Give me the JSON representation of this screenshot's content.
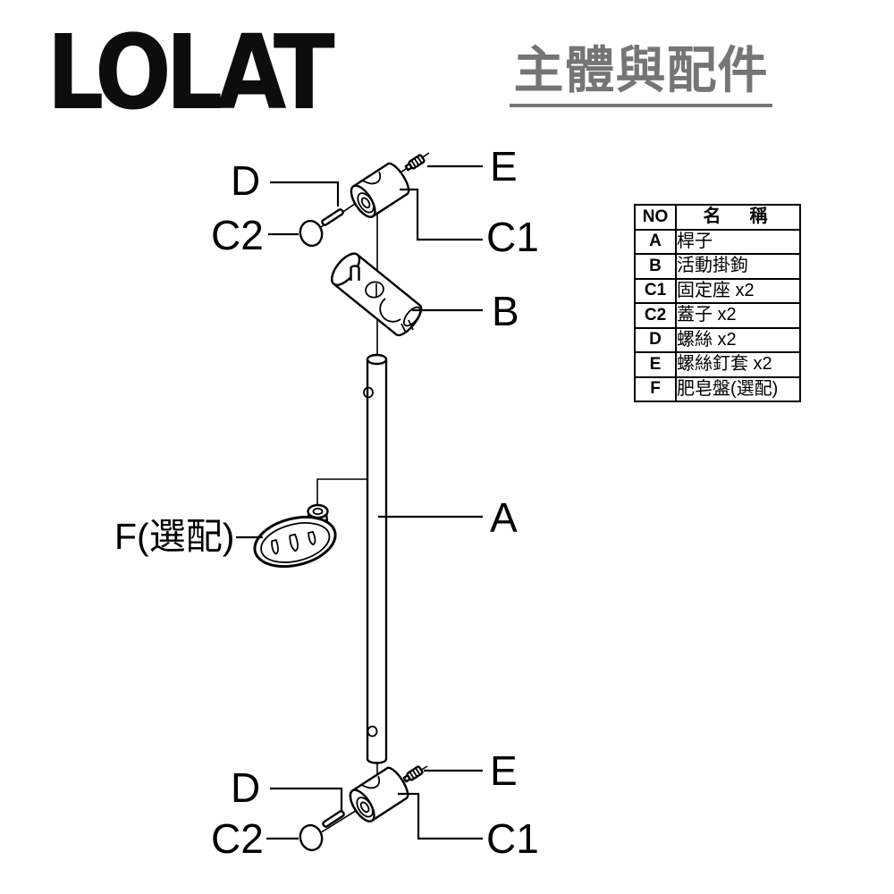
{
  "header": {
    "logo": "LOLAT",
    "title": "主體與配件"
  },
  "parts_table": {
    "headers": {
      "no": "NO",
      "name": "名　稱"
    },
    "rows": [
      {
        "no": "A",
        "name": "桿子"
      },
      {
        "no": "B",
        "name": "活動掛鉤"
      },
      {
        "no": "C1",
        "name": "固定座 x2"
      },
      {
        "no": "C2",
        "name": "蓋子 x2"
      },
      {
        "no": "D",
        "name": "螺絲 x2"
      },
      {
        "no": "E",
        "name": "螺絲釘套 x2"
      },
      {
        "no": "F",
        "name": "肥皂盤(選配)"
      }
    ]
  },
  "diagram": {
    "labels": {
      "top": {
        "d": "D",
        "c2": "C2",
        "e": "E",
        "c1": "C1"
      },
      "middle": {
        "b": "B",
        "a": "A",
        "f": "F(選配)"
      },
      "bottom": {
        "d": "D",
        "c2": "C2",
        "e": "E",
        "c1": "C1"
      }
    }
  },
  "colors": {
    "title_gray": "#757575",
    "ink": "#000000",
    "background": "#ffffff"
  }
}
